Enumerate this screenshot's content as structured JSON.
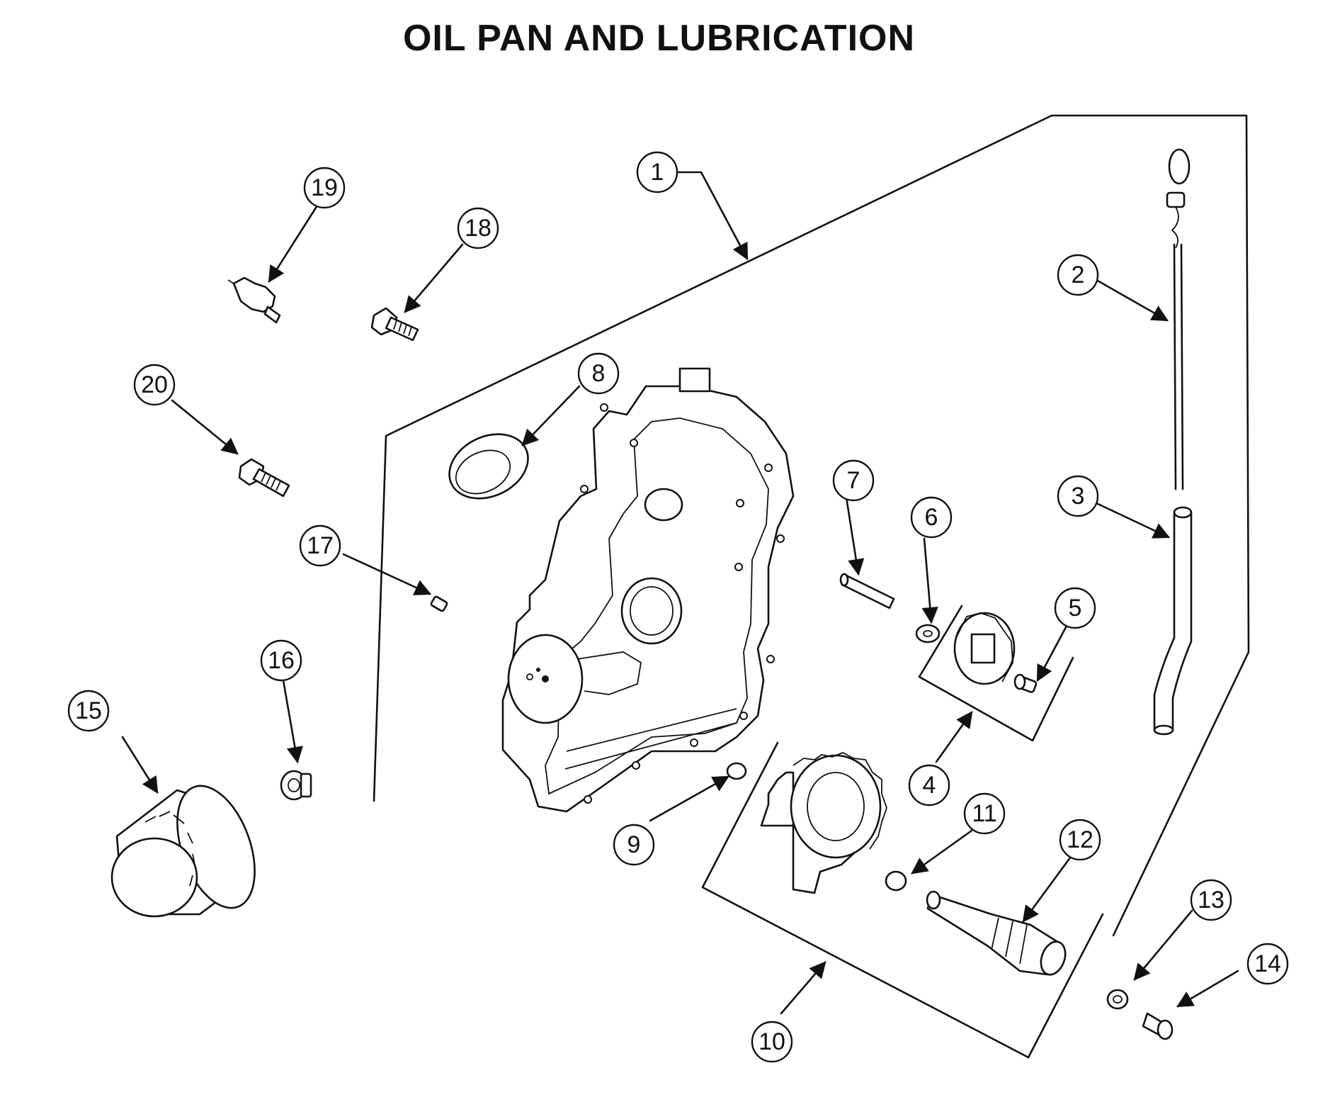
{
  "title": "OIL PAN AND LUBRICATION",
  "callouts": [
    {
      "id": "1",
      "label": "1"
    },
    {
      "id": "2",
      "label": "2"
    },
    {
      "id": "3",
      "label": "3"
    },
    {
      "id": "4",
      "label": "4"
    },
    {
      "id": "5",
      "label": "5"
    },
    {
      "id": "6",
      "label": "6"
    },
    {
      "id": "7",
      "label": "7"
    },
    {
      "id": "8",
      "label": "8"
    },
    {
      "id": "9",
      "label": "9"
    },
    {
      "id": "10",
      "label": "10"
    },
    {
      "id": "11",
      "label": "11"
    },
    {
      "id": "12",
      "label": "12"
    },
    {
      "id": "13",
      "label": "13"
    },
    {
      "id": "14",
      "label": "14"
    },
    {
      "id": "15",
      "label": "15"
    },
    {
      "id": "16",
      "label": "16"
    },
    {
      "id": "17",
      "label": "17"
    },
    {
      "id": "18",
      "label": "18"
    },
    {
      "id": "19",
      "label": "19"
    },
    {
      "id": "20",
      "label": "20"
    }
  ]
}
